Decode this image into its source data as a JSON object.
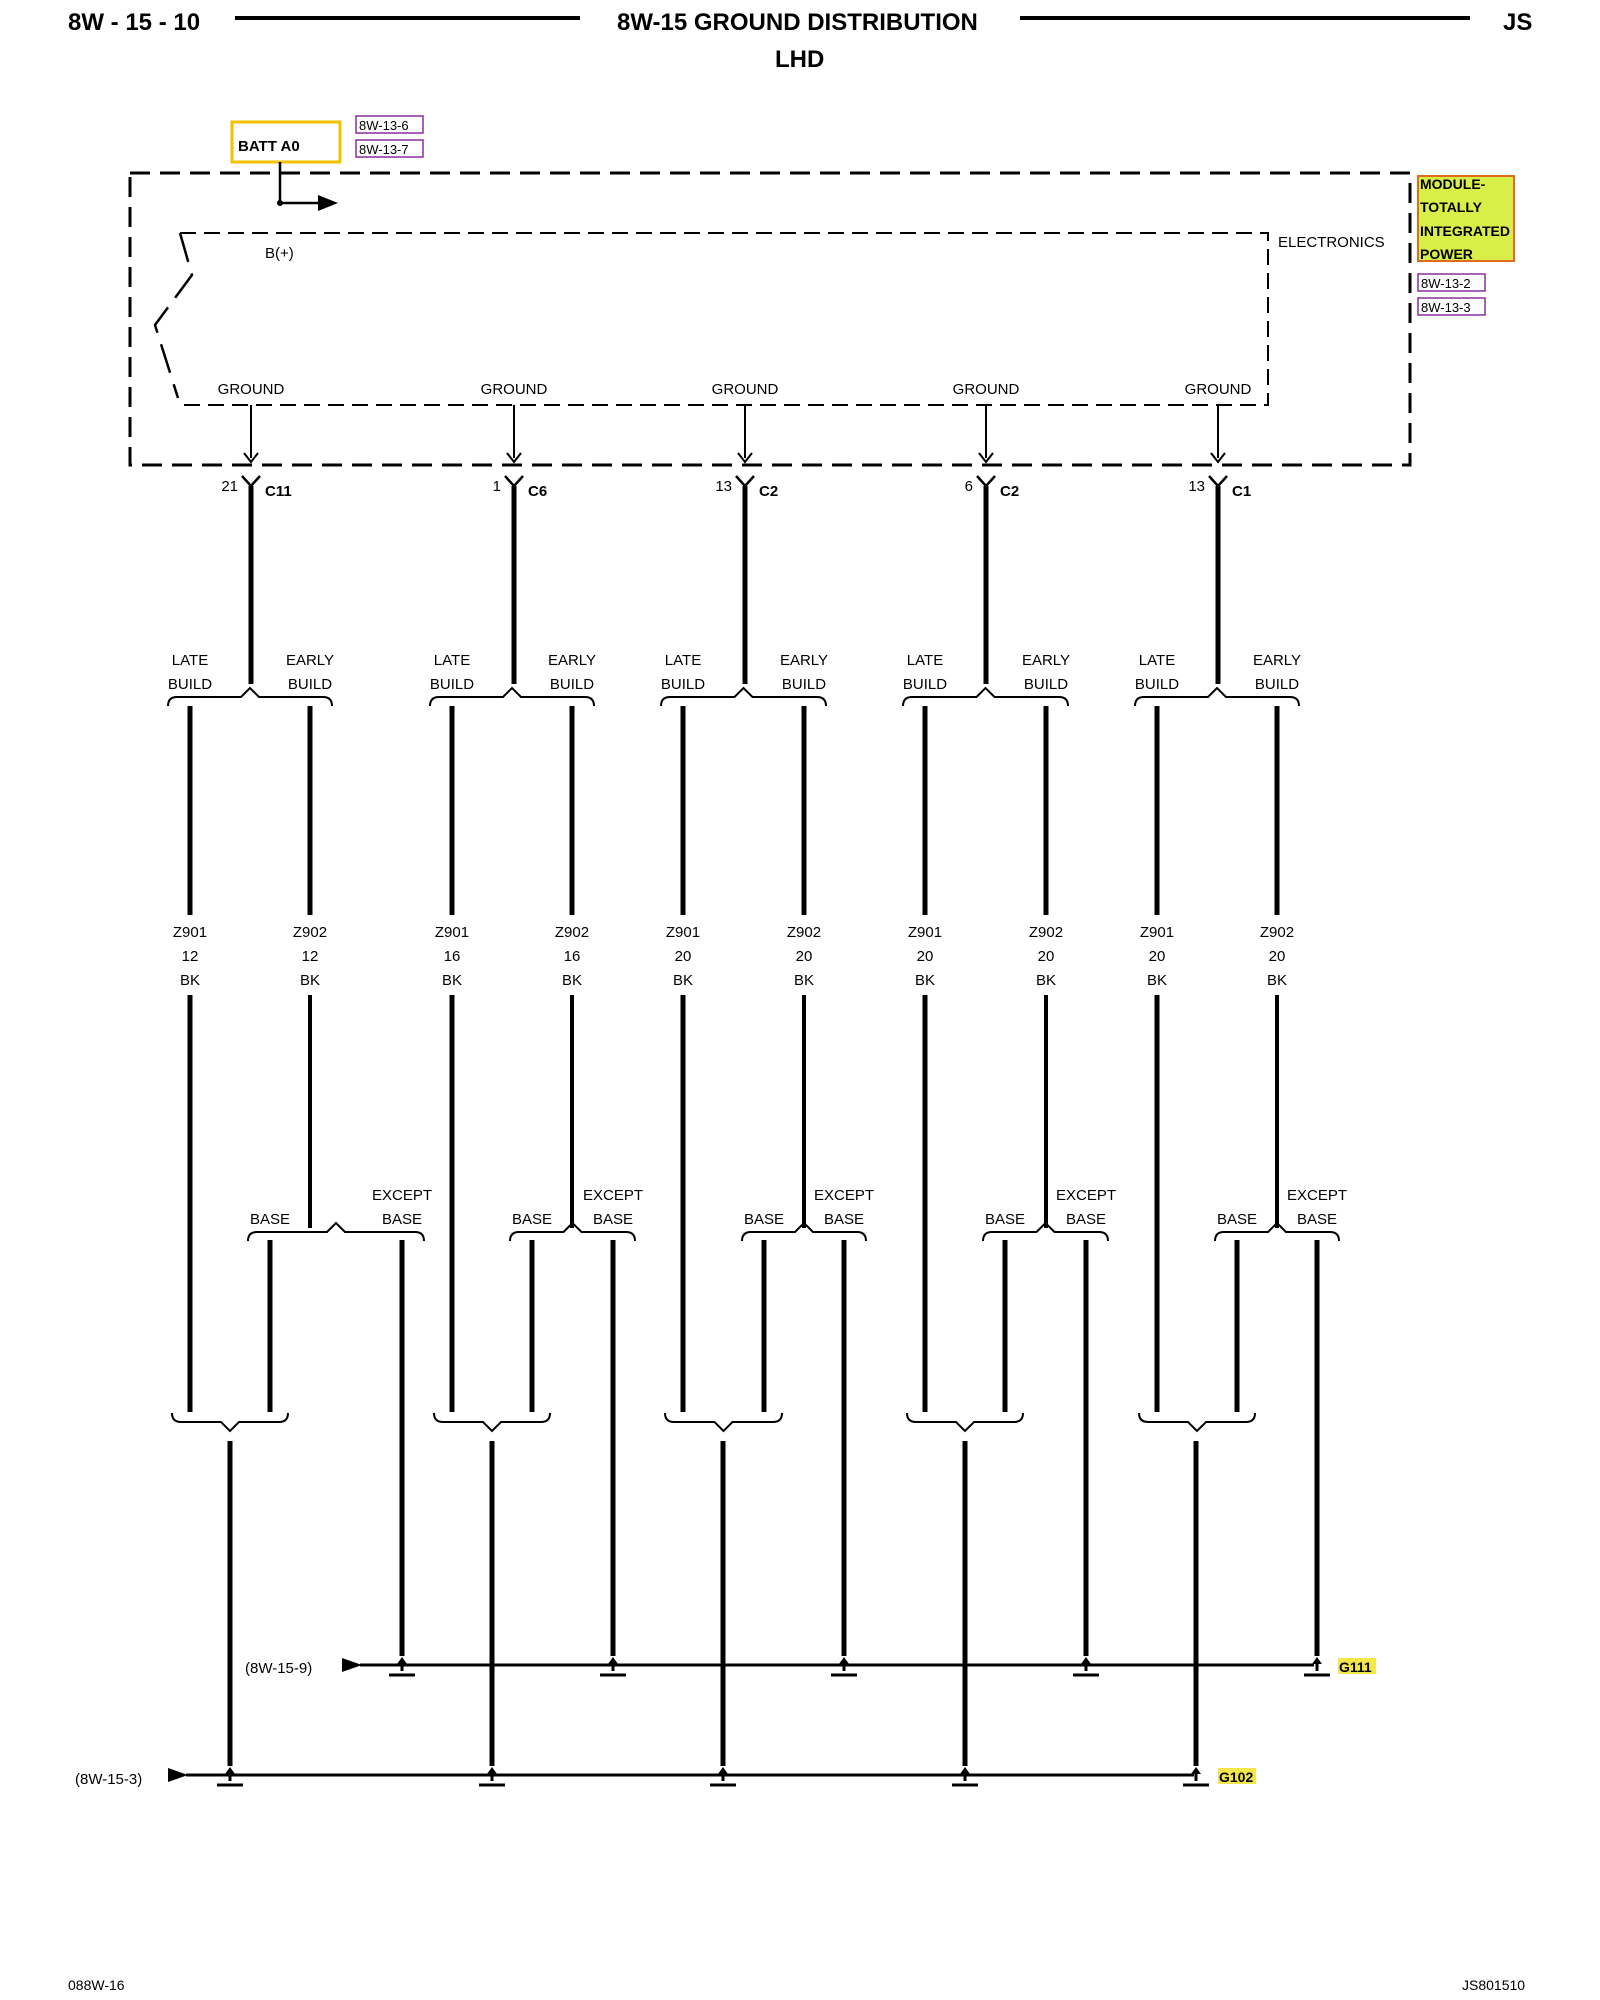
{
  "header": {
    "page_number": "8W - 15 - 10",
    "title": "8W-15 GROUND DISTRIBUTION",
    "subtitle": "LHD",
    "model": "JS"
  },
  "footer": {
    "left": "088W-16",
    "right": "JS801510"
  },
  "colors": {
    "fuse_box_border": "#f2c200",
    "module_fill": "#d8ef4a",
    "module_border": "#e06b1e",
    "ref_border": "#8a2da0",
    "ground_tag": "#f2e64a"
  },
  "fuse": {
    "name": "BATT A0",
    "refs": [
      "8W-13-6",
      "8W-13-7"
    ]
  },
  "module": {
    "name_lines": [
      "MODULE-",
      "TOTALLY",
      "INTEGRATED",
      "POWER"
    ],
    "refs": [
      "8W-13-2",
      "8W-13-3"
    ],
    "section": "ELECTRONICS",
    "power_label": "B(+)"
  },
  "ground_label": "GROUND",
  "build_labels": {
    "late": [
      "LATE",
      "BUILD"
    ],
    "early": [
      "EARLY",
      "BUILD"
    ]
  },
  "base_labels": {
    "base": "BASE",
    "except": [
      "EXCEPT",
      "BASE"
    ]
  },
  "circuits": [
    {
      "pin": "21",
      "connector": "C11",
      "late_wire": {
        "code": "Z901",
        "gauge": "12",
        "color": "BK"
      },
      "early_wire": {
        "code": "Z902",
        "gauge": "12",
        "color": "BK"
      }
    },
    {
      "pin": "1",
      "connector": "C6",
      "late_wire": {
        "code": "Z901",
        "gauge": "16",
        "color": "BK"
      },
      "early_wire": {
        "code": "Z902",
        "gauge": "16",
        "color": "BK"
      }
    },
    {
      "pin": "13",
      "connector": "C2",
      "late_wire": {
        "code": "Z901",
        "gauge": "20",
        "color": "BK"
      },
      "early_wire": {
        "code": "Z902",
        "gauge": "20",
        "color": "BK"
      }
    },
    {
      "pin": "6",
      "connector": "C2",
      "late_wire": {
        "code": "Z901",
        "gauge": "20",
        "color": "BK"
      },
      "early_wire": {
        "code": "Z902",
        "gauge": "20",
        "color": "BK"
      }
    },
    {
      "pin": "13",
      "connector": "C1",
      "late_wire": {
        "code": "Z901",
        "gauge": "20",
        "color": "BK"
      },
      "early_wire": {
        "code": "Z902",
        "gauge": "20",
        "color": "BK"
      }
    }
  ],
  "grounds": {
    "g111": {
      "name": "G111",
      "ref": "(8W-15-9)"
    },
    "g102": {
      "name": "G102",
      "ref": "(8W-15-3)"
    }
  }
}
